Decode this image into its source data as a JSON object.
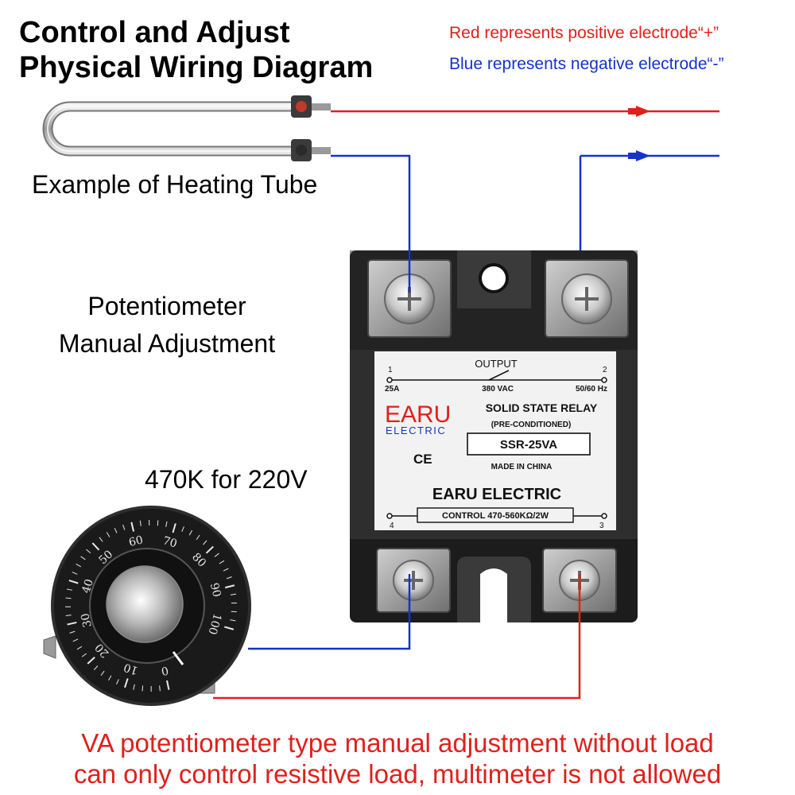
{
  "colors": {
    "positive": "#e0201c",
    "negative": "#1533c8",
    "relay_body": "#1c1c1c",
    "label_bg": "#f2f2f2"
  },
  "header": {
    "title_line1": "Control and Adjust",
    "title_line2": "Physical Wiring Diagram"
  },
  "legend": {
    "red": "Red represents positive electrode“+”",
    "blue": "Blue represents negative electrode“-”"
  },
  "labels": {
    "heating_tube": "Example of Heating Tube",
    "pot_line1": "Potentiometer",
    "pot_line2": "Manual Adjustment",
    "rating": "470K for 220V"
  },
  "relay": {
    "output": "OUTPUT",
    "t1": "1",
    "t2": "2",
    "t3": "3",
    "t4": "4",
    "amps": "25A",
    "volts": "380 VAC",
    "freq": "50/60 Hz",
    "brand": "EARU",
    "brand_sub": "ELECTRIC",
    "type": "SOLID STATE RELAY",
    "precond": "(PRE-CONDITIONED)",
    "model": "SSR-25VA",
    "ce": "CE",
    "made": "MADE IN CHINA",
    "maker": "EARU ELECTRIC",
    "control": "CONTROL 470-560KΩ/2W"
  },
  "dial": {
    "ticks": [
      "0",
      "10",
      "20",
      "30",
      "40",
      "50",
      "60",
      "70",
      "80",
      "90",
      "100"
    ]
  },
  "warning": {
    "line1": "VA potentiometer type manual adjustment without load",
    "line2": "can only control resistive load, multimeter is not allowed"
  }
}
